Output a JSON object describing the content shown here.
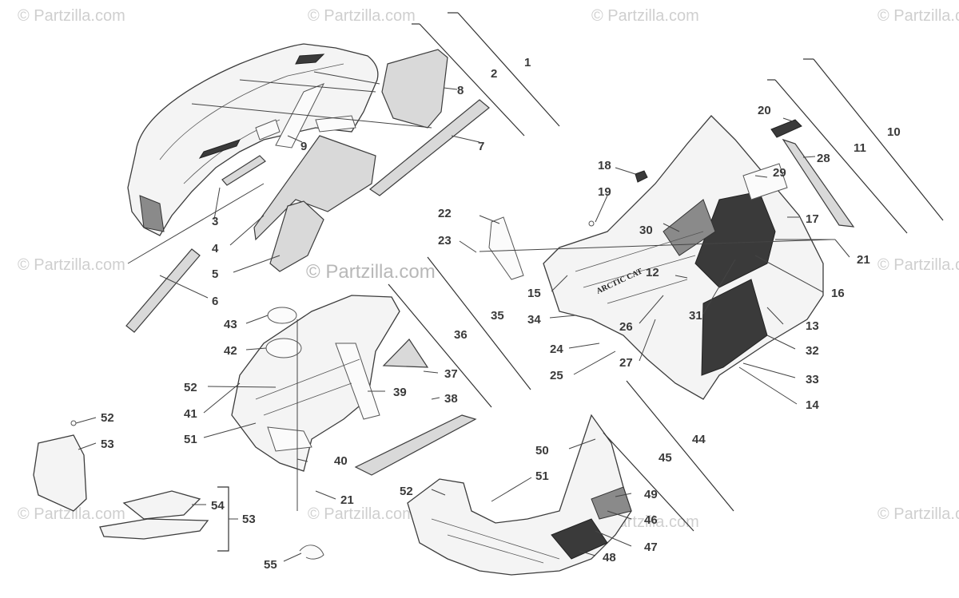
{
  "watermarks": [
    "© Partzilla.com",
    "© Partzilla.com",
    "© Partzilla.com",
    "© Partzilla.com",
    "© Partzilla.com",
    "© Partzilla.com",
    "© Partzilla.com",
    "© Partzilla.com",
    "© Partzilla.com",
    "© Partzilla.com"
  ],
  "center_watermark": "© Partzilla.com",
  "brand_decal_text": "ARCTIC CAT",
  "callouts": {
    "c1": "1",
    "c2": "2",
    "c3": "3",
    "c4": "4",
    "c5": "5",
    "c6": "6",
    "c7": "7",
    "c8": "8",
    "c9": "9",
    "c10": "10",
    "c11": "11",
    "c12": "12",
    "c13": "13",
    "c14": "14",
    "c15": "15",
    "c16": "16",
    "c17": "17",
    "c18": "18",
    "c19": "19",
    "c20": "20",
    "c21a": "21",
    "c21b": "21",
    "c22": "22",
    "c23": "23",
    "c24": "24",
    "c25": "25",
    "c26": "26",
    "c27": "27",
    "c28": "28",
    "c29": "29",
    "c30": "30",
    "c31": "31",
    "c32": "32",
    "c33": "33",
    "c34": "34",
    "c35": "35",
    "c36": "36",
    "c37": "37",
    "c38": "38",
    "c39": "39",
    "c40": "40",
    "c41": "41",
    "c42": "42",
    "c43": "43",
    "c44": "44",
    "c45": "45",
    "c46": "46",
    "c47": "47",
    "c48": "48",
    "c49": "49",
    "c50": "50",
    "c51a": "51",
    "c51b": "51",
    "c52a": "52",
    "c52b": "52",
    "c52c": "52",
    "c53a": "53",
    "c53b": "53",
    "c54": "54",
    "c55": "55"
  }
}
